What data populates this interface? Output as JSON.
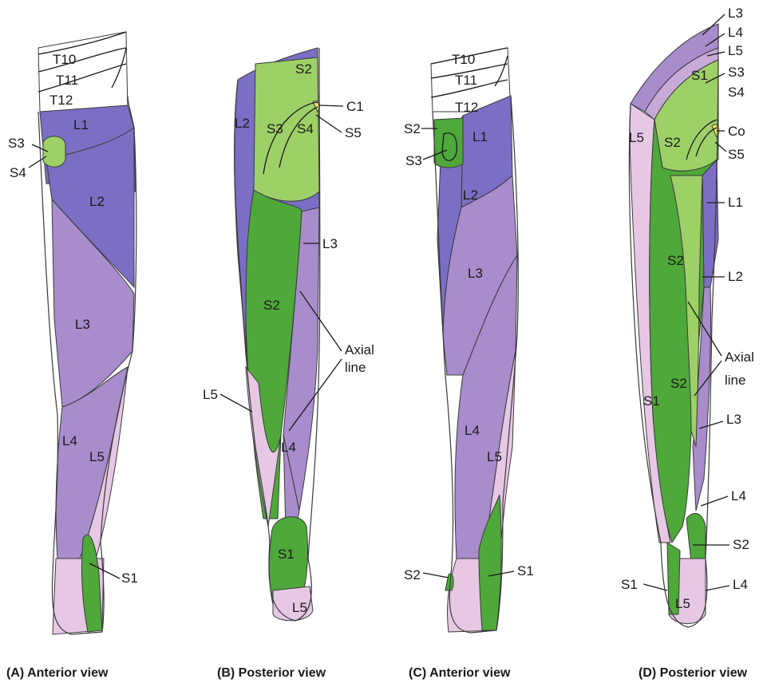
{
  "colors": {
    "upper_lumbar": "#7a6fc4",
    "mid_lumbar": "#a88ccc",
    "lower_lumbar": "#e6c8e4",
    "sacral_dark": "#4fa83a",
    "sacral_light": "#9ed068",
    "coccygeal": "#f0e06a",
    "thoracic": "#ffffff"
  },
  "panels": [
    {
      "caption": "(A) Anterior view",
      "labels": {
        "t10": "T10",
        "t11": "T11",
        "t12": "T12",
        "l1": "L1",
        "l2": "L2",
        "l3": "L3",
        "l4": "L4",
        "l5": "L5",
        "s1": "S1",
        "s3": "S3",
        "s4": "S4"
      }
    },
    {
      "caption": "(B) Posterior view",
      "labels": {
        "s2_top": "S2",
        "c1": "C1",
        "l2": "L2",
        "s3": "S3",
        "s4": "S4",
        "s5": "S5",
        "l3": "L3",
        "s2_mid": "S2",
        "axial_line": "Axial\nline",
        "l5": "L5",
        "l4": "L4",
        "s1": "S1",
        "l5_foot": "L5"
      }
    },
    {
      "caption": "(C) Anterior view",
      "labels": {
        "t10": "T10",
        "t11": "T11",
        "t12": "T12",
        "s2": "S2",
        "l1": "L1",
        "s3": "S3",
        "l2": "L2",
        "l3": "L3",
        "l4": "L4",
        "l5": "L5",
        "s2_foot": "S2",
        "s1": "S1"
      }
    },
    {
      "caption": "(D) Posterior view",
      "labels": {
        "l3_top": "L3",
        "l4_top": "L4",
        "l5_top": "L5",
        "s3": "S3",
        "s1_top": "S1",
        "s4": "S4",
        "l5_side": "L5",
        "s2_top": "S2",
        "co": "Co",
        "s5": "S5",
        "l1": "L1",
        "s2_mid": "S2",
        "l2": "L2",
        "axial_line": "Axial\nline",
        "s2_low": "S2",
        "s1": "S1",
        "l3": "L3",
        "l4": "L4",
        "s2_calf": "S2",
        "s1_foot": "S1",
        "l5_foot": "L5",
        "l4_foot": "L4"
      }
    }
  ]
}
